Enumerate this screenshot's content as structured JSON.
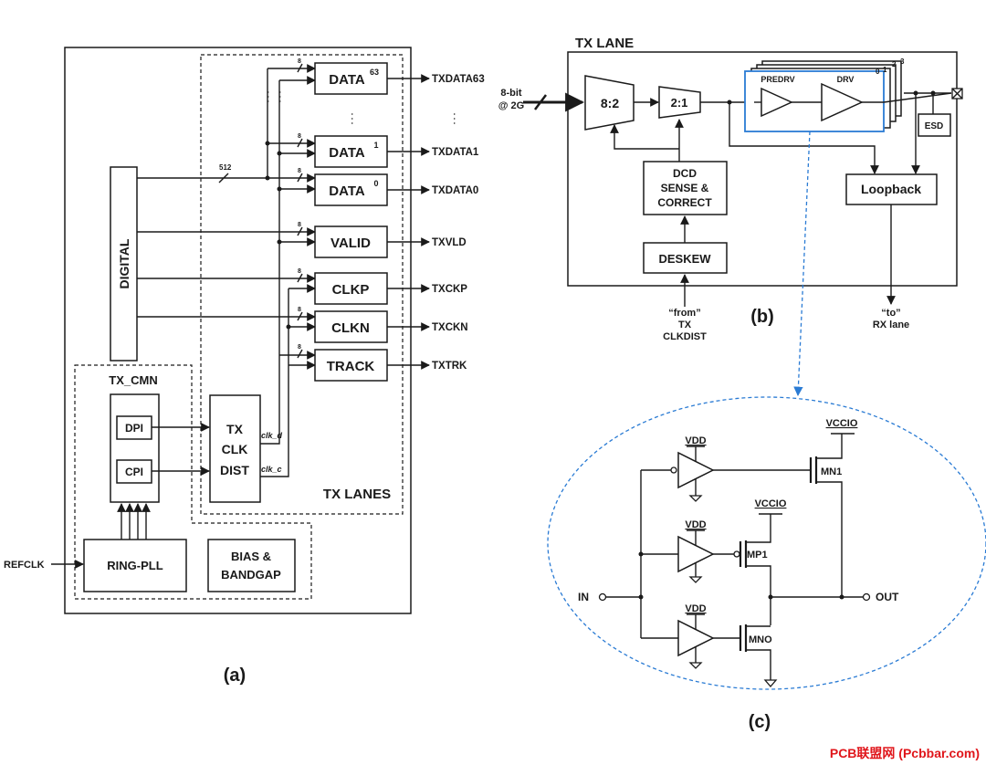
{
  "panel_a": {
    "caption": "(a)",
    "digital": "DIGITAL",
    "bus_width": "512",
    "data_blocks": [
      {
        "label": "DATA",
        "index": "63",
        "output": "TXDATA63",
        "width": "8"
      },
      {
        "label": "DATA",
        "index": "1",
        "output": "TXDATA1",
        "width": "8"
      },
      {
        "label": "DATA",
        "index": "0",
        "output": "TXDATA0",
        "width": "8"
      }
    ],
    "lane_blocks": [
      {
        "label": "VALID",
        "output": "TXVLD",
        "width": "8"
      },
      {
        "label": "CLKP",
        "output": "TXCKP",
        "width": "8"
      },
      {
        "label": "CLKN",
        "output": "TXCKN",
        "width": "8"
      },
      {
        "label": "TRACK",
        "output": "TXTRK",
        "width": "8"
      }
    ],
    "ellipsis": ". . .",
    "tx_lanes_label": "TX LANES",
    "clk_dist": [
      "TX",
      "CLK",
      "DIST"
    ],
    "clk_d": "clk_d",
    "clk_c": "clk_c",
    "tx_cmn_label": "TX_CMN",
    "dpi": "DPI",
    "cpi": "CPI",
    "ring_pll": "RING-PLL",
    "bias": [
      "BIAS &",
      "BANDGAP"
    ],
    "refclk": "REFCLK"
  },
  "panel_b": {
    "caption": "(b)",
    "title": "TX LANE",
    "input_label": [
      "8-bit",
      "@ 2G"
    ],
    "mux1": "8:2",
    "mux2": "2:1",
    "predrv": "PREDRV",
    "drv": "DRV",
    "slice_indices": [
      "0",
      "1",
      "2",
      "3"
    ],
    "esd": "ESD",
    "dcd": [
      "DCD",
      "SENSE &",
      "CORRECT"
    ],
    "deskew": "DESKEW",
    "loopback": "Loopback",
    "from_label": [
      "“from”",
      "TX",
      "CLKDIST"
    ],
    "to_label": [
      "“to”",
      "RX lane"
    ]
  },
  "panel_c": {
    "caption": "(c)",
    "vdd": "VDD",
    "vccio": "VCCIO",
    "mn1": "MN1",
    "mp1": "MP1",
    "mno": "MNO",
    "in": "IN",
    "out": "OUT"
  },
  "watermark": "PCB联盟网 (Pcbbar.com)",
  "colors": {
    "highlight": "#2a7bd4",
    "watermark": "#e0161b",
    "ink": "#1a1a1a"
  }
}
